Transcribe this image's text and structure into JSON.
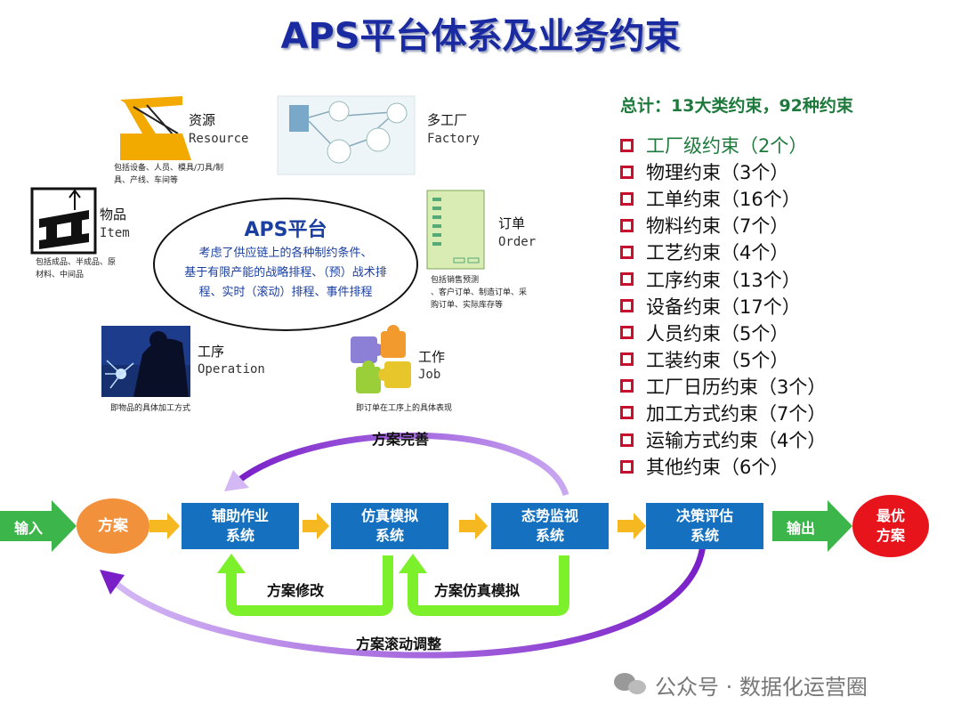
{
  "title": "APS平台体系及业务约束",
  "nodes": {
    "resource": {
      "label": "资源",
      "sub": "Resource",
      "desc_line1": "包括设备、人员、模具/刀具/制",
      "desc_line2": "具、产线、车间等"
    },
    "factory": {
      "label": "多工厂",
      "sub": "Factory"
    },
    "item": {
      "label": "物品",
      "sub": "Item",
      "desc_line1": "包括成品、半成品、原",
      "desc_line2": "材料、中间品"
    },
    "order": {
      "label": "订单",
      "sub": "Order",
      "desc_line1": "包括销售预测",
      "desc_line2": "、客户订单、制造订单、采",
      "desc_line3": "购订单、实际库存等"
    },
    "operation": {
      "label": "工序",
      "sub": "Operation",
      "desc": "即物品的具体加工方式"
    },
    "job": {
      "label": "工作",
      "sub": "Job",
      "desc": "即订单在工序上的具体表现"
    }
  },
  "platform": {
    "title": "APS平台",
    "line1": "考虑了供应链上的各种制约条件、",
    "line2": "基于有限产能的战略排程、（预）战术排",
    "line3": "程、实时（滚动）排程、事件排程"
  },
  "constraints": {
    "summary": "总计：13大类约束，92种约束",
    "items": [
      "工厂级约束（2个）",
      "物理约束（3个）",
      "工单约束（16个）",
      "物料约束（7个）",
      "工艺约束（4个）",
      "工序约束（13个）",
      "设备约束（17个）",
      "人员约束（5个）",
      "工装约束（5个）",
      "工厂日历约束（3个）",
      "加工方式约束（7个）",
      "运输方式约束（4个）",
      "其他约束（6个）"
    ]
  },
  "flow": {
    "input": "输入",
    "plan": "方案",
    "sys1_line1": "辅助作业",
    "sys1_line2": "系统",
    "sys2_line1": "仿真模拟",
    "sys2_line2": "系统",
    "sys3_line1": "态势监视",
    "sys3_line2": "系统",
    "sys4_line1": "决策评估",
    "sys4_line2": "系统",
    "output": "输出",
    "best_line1": "最优",
    "best_line2": "方案",
    "improve": "方案完善",
    "modify": "方案修改",
    "simulate": "方案仿真模拟",
    "rolling": "方案滚动调整"
  },
  "watermark": "公众号 · 数据化运营圈",
  "colors": {
    "title": "#1a2aa0",
    "box": "#1570c0",
    "green_arrow": "#3cb64a",
    "loop_green": "#7cf02a",
    "purple": "#7a1fc8",
    "orange": "#f2913c",
    "red": "#e8141c",
    "yellow_arrow": "#f5b820"
  }
}
